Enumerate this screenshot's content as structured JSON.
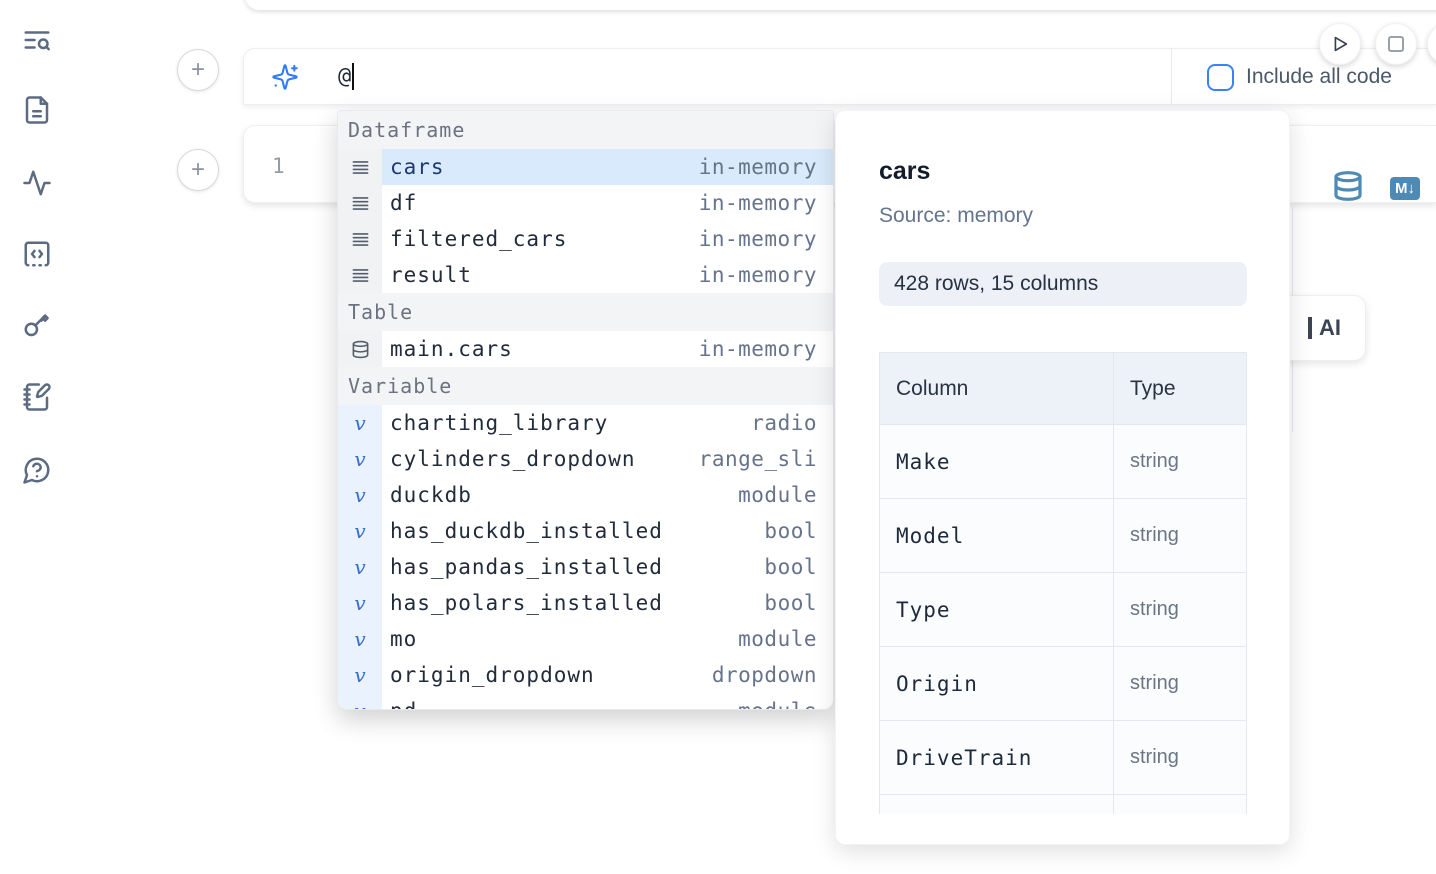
{
  "toolbar": {
    "include_all_code_label": "Include all code",
    "include_all_code_checked": false
  },
  "ai_input": {
    "value": "@"
  },
  "cell": {
    "line_number": "1",
    "markdown_badge": "M↓"
  },
  "ai_button": {
    "visible_label": "AI"
  },
  "icons": {
    "sidebar": [
      "text-search-icon",
      "file-text-icon",
      "activity-icon",
      "code-square-icon",
      "key-icon",
      "notebook-pen-icon",
      "help-chat-icon"
    ],
    "ai_row": "sparkles-icon",
    "run": [
      "play-icon",
      "stop-icon"
    ],
    "cell": [
      "database-icon",
      "markdown-icon"
    ]
  },
  "colors": {
    "accent_blue": "#3b82f6",
    "steel_blue": "#4d8ab5",
    "selected_row_bg": "#d8eafb",
    "icon_slate": "#5d6b82"
  },
  "autocomplete": {
    "sections": [
      {
        "label": "Dataframe",
        "icon": "dataframe-icon",
        "items": [
          {
            "name": "cars",
            "type": "in-memory",
            "selected": true
          },
          {
            "name": "df",
            "type": "in-memory"
          },
          {
            "name": "filtered_cars",
            "type": "in-memory"
          },
          {
            "name": "result",
            "type": "in-memory"
          }
        ]
      },
      {
        "label": "Table",
        "icon": "database-icon",
        "items": [
          {
            "name": "main.cars",
            "type": "in-memory"
          }
        ]
      },
      {
        "label": "Variable",
        "icon": "variable-icon",
        "items": [
          {
            "name": "charting_library",
            "type": "radio"
          },
          {
            "name": "cylinders_dropdown",
            "type": "range_sli"
          },
          {
            "name": "duckdb",
            "type": "module"
          },
          {
            "name": "has_duckdb_installed",
            "type": "bool"
          },
          {
            "name": "has_pandas_installed",
            "type": "bool"
          },
          {
            "name": "has_polars_installed",
            "type": "bool"
          },
          {
            "name": "mo",
            "type": "module"
          },
          {
            "name": "origin_dropdown",
            "type": "dropdown"
          },
          {
            "name": "pd",
            "type": "module",
            "partial": true
          }
        ]
      }
    ]
  },
  "preview": {
    "title": "cars",
    "source": "Source: memory",
    "shape": "428 rows, 15 columns",
    "table": {
      "headers": [
        "Column",
        "Type"
      ],
      "rows": [
        {
          "column": "Make",
          "type": "string"
        },
        {
          "column": "Model",
          "type": "string"
        },
        {
          "column": "Type",
          "type": "string"
        },
        {
          "column": "Origin",
          "type": "string"
        },
        {
          "column": "DriveTrain",
          "type": "string"
        },
        {
          "column": "",
          "type": "",
          "partial": true
        }
      ]
    }
  }
}
